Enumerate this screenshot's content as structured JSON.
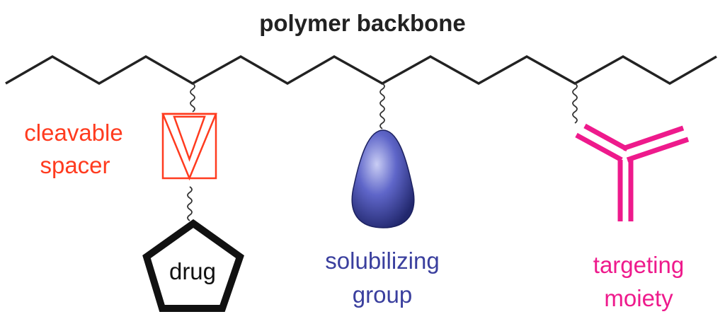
{
  "title": "polymer backbone",
  "labels": {
    "cleavable_line1": "cleavable",
    "cleavable_line2": "spacer",
    "drug": "drug",
    "solubilizing_line1": "solubilizing",
    "solubilizing_line2": "group",
    "targeting_line1": "targeting",
    "targeting_line2": "moiety"
  },
  "colors": {
    "backbone": "#222222",
    "spacer": "#ff3b1f",
    "drug": "#111111",
    "solubilizing": "#3a3f9e",
    "targeting": "#ee1a8c"
  },
  "icons": {
    "spacer": "inverted-triangle-in-square-icon",
    "drug": "pentagon-icon",
    "solubilizing": "teardrop-icon",
    "targeting": "antibody-y-icon"
  }
}
